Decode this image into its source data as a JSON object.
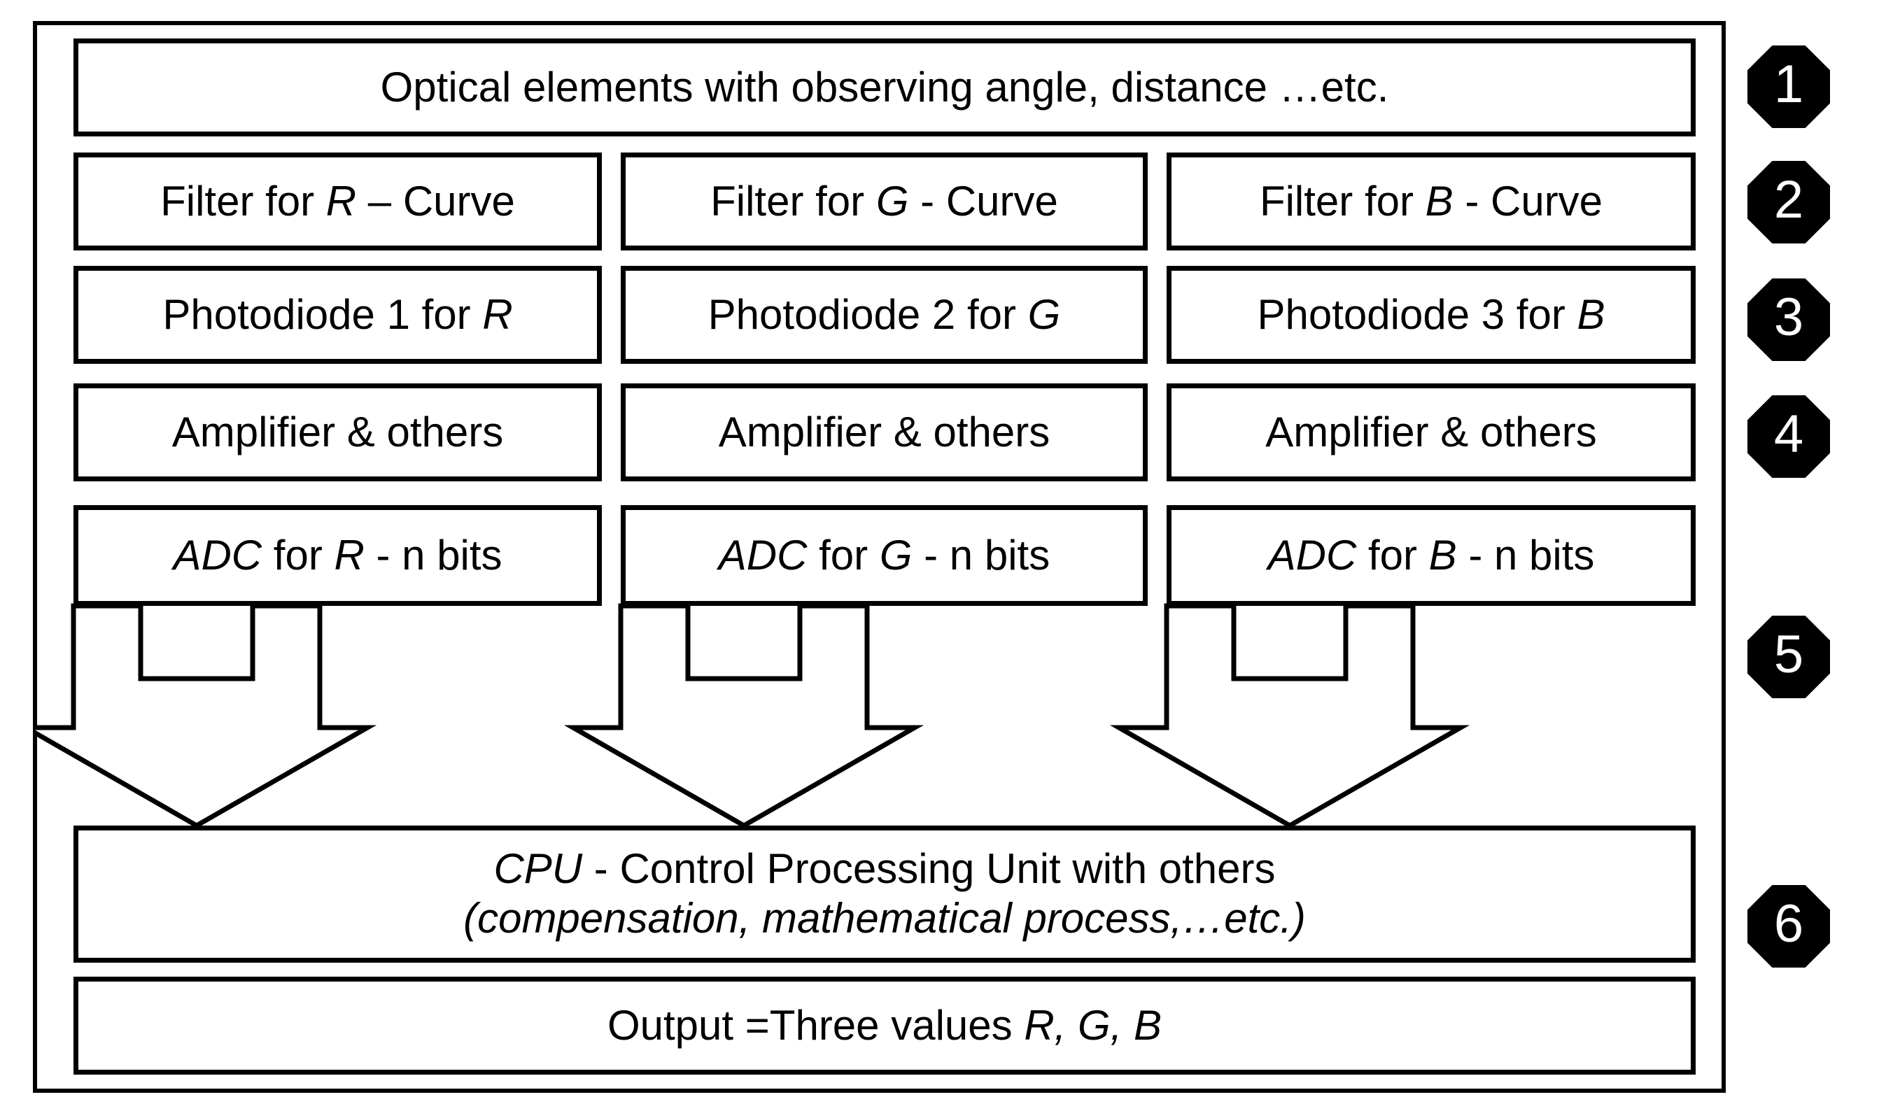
{
  "diagram": {
    "title_box": {
      "label": "Optical elements with observing angle, distance …etc."
    },
    "columns": [
      {
        "channel": "R",
        "filter": {
          "pre": "Filter for ",
          "em": "R",
          "post": " – Curve"
        },
        "photodiode": {
          "pre": "Photodiode 1 for ",
          "em": "R",
          "post": ""
        },
        "amplifier": {
          "label": "Amplifier & others"
        },
        "adc": {
          "em": "ADC",
          "pre": " for  ",
          "em2": "R",
          "post": "  - n bits"
        }
      },
      {
        "channel": "G",
        "filter": {
          "pre": "Filter for ",
          "em": "G",
          "post": " - Curve"
        },
        "photodiode": {
          "pre": "Photodiode 2 for ",
          "em": "G",
          "post": ""
        },
        "amplifier": {
          "label": "Amplifier & others"
        },
        "adc": {
          "em": "ADC",
          "pre": " for  ",
          "em2": "G",
          "post": "  - n bits"
        }
      },
      {
        "channel": "B",
        "filter": {
          "pre": "Filter for ",
          "em": "B",
          "post": " - Curve"
        },
        "photodiode": {
          "pre": "Photodiode 3 for ",
          "em": "B",
          "post": ""
        },
        "amplifier": {
          "label": "Amplifier & others"
        },
        "adc": {
          "em": "ADC",
          "pre": " for  ",
          "em2": "B",
          "post": "  - n bits"
        }
      }
    ],
    "cpu_box": {
      "line1_em": "CPU",
      "line1_rest": "  - Control Processing Unit with others",
      "line2": "(compensation, mathematical process,…etc.)"
    },
    "output_box": {
      "pre": "Output =Three values ",
      "em": "R, G, B"
    },
    "badges": [
      {
        "number": "1"
      },
      {
        "number": "2"
      },
      {
        "number": "3"
      },
      {
        "number": "4"
      },
      {
        "number": "5"
      },
      {
        "number": "6"
      }
    ],
    "colors": {
      "stroke": "#000000",
      "fill": "#ffffff",
      "badge_bg": "#000000",
      "badge_text": "#ffffff"
    }
  }
}
